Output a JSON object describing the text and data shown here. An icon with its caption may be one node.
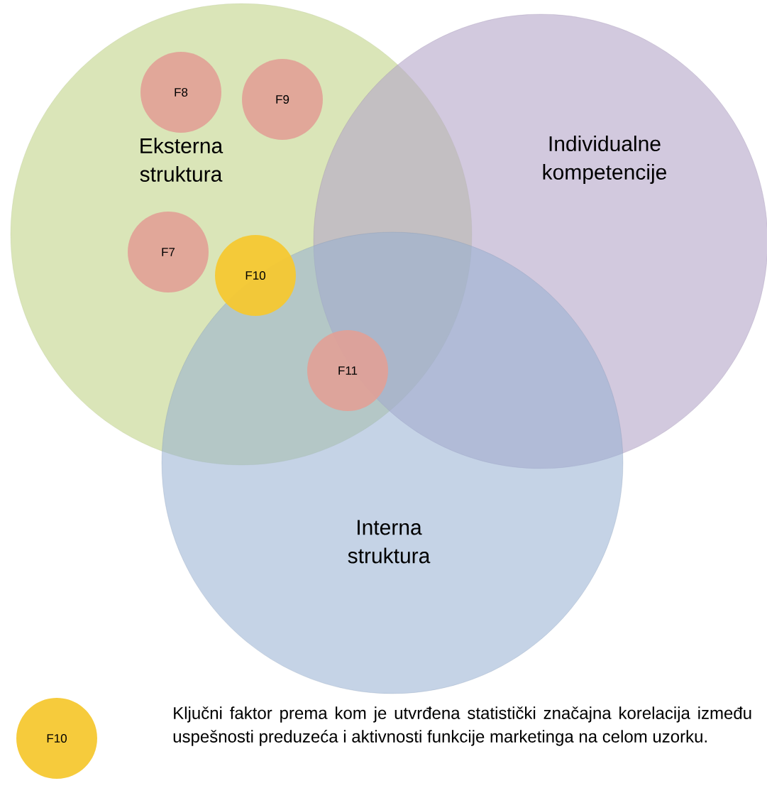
{
  "diagram": {
    "nodes": [
      {
        "text": [
          "Eksterna struktura"
        ]
      },
      {
        "text": [
          "Individualne kompetencije"
        ]
      },
      {
        "text": [
          "Interna struktura"
        ]
      },
      {
        "text": [
          "F8"
        ],
        "in": 0
      },
      {
        "text": [
          "F9"
        ],
        "in": 0
      },
      {
        "text": [
          "F7"
        ],
        "in": 0
      },
      {
        "text": [
          "F10"
        ],
        "in": 0
      },
      {
        "text": [
          "F11"
        ]
      },
      {
        "text": [
          "F10"
        ]
      }
    ],
    "labels": [
      "Ključni faktor prema kom je utvrđena statistički značajna korelacija između uspešnosti preduzeća i aktivnosti funkcije marketinga na celom uzorku."
    ]
  }
}
